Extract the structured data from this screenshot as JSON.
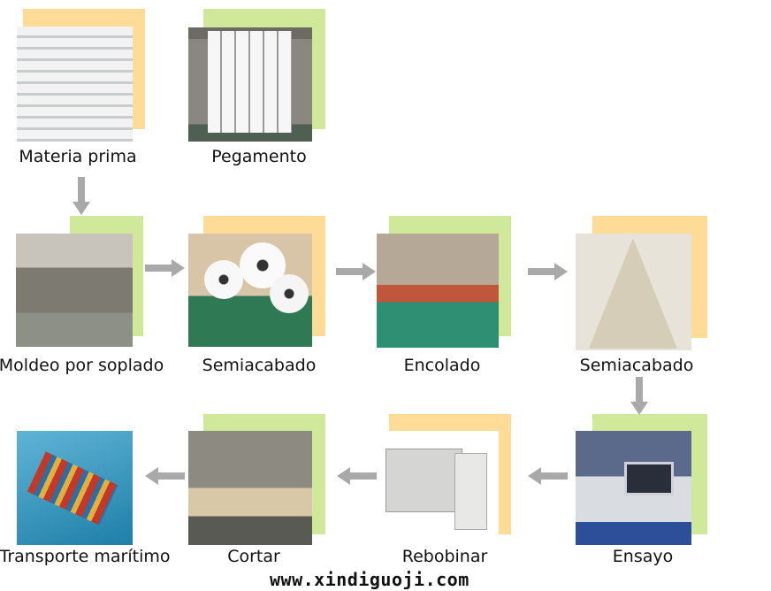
{
  "steps": [
    {
      "label": "Materia prima",
      "accent": "#fedc98"
    },
    {
      "label": "Pegamento",
      "accent": "#cfe89a"
    },
    {
      "label": "Moldeo por soplado",
      "accent": "#cfe89a"
    },
    {
      "label": "Semiacabado",
      "accent": "#fedc98"
    },
    {
      "label": "Encolado",
      "accent": "#cfe89a"
    },
    {
      "label": "Semiacabado",
      "accent": "#fedc98"
    },
    {
      "label": "Ensayo",
      "accent": "#cfe89a"
    },
    {
      "label": "Rebobinar",
      "accent": "#fedc98"
    },
    {
      "label": "Cortar",
      "accent": "#cfe89a"
    },
    {
      "label": "Transporte marítimo",
      "accent": "#fedc98"
    }
  ],
  "watermark": "www.xindiguoji.com",
  "arrow_color": "#a9a9a9"
}
